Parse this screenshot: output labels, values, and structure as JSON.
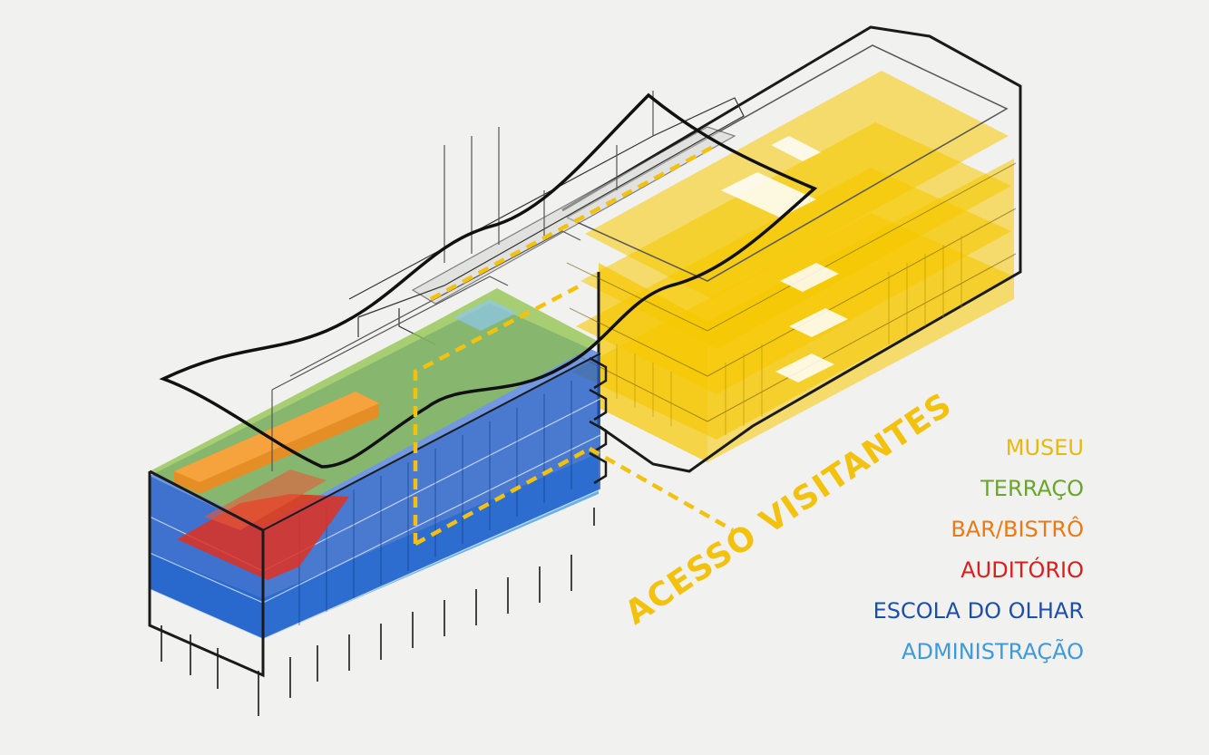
{
  "legend": [
    {
      "key": "museu",
      "label": "MUSEU",
      "color": "#e7b90e"
    },
    {
      "key": "terraco",
      "label": "TERRAÇO",
      "color": "#6aa52c"
    },
    {
      "key": "bar",
      "label": "BAR/BISTRÔ",
      "color": "#ea7a14"
    },
    {
      "key": "auditorio",
      "label": "AUDITÓRIO",
      "color": "#d9201c"
    },
    {
      "key": "escola",
      "label": "ESCOLA DO OLHAR",
      "color": "#1e4fa8"
    },
    {
      "key": "admin",
      "label": "ADMINISTRAÇÃO",
      "color": "#3f9ad8"
    }
  ],
  "access_label": "ACESSO VISITANTES",
  "colors": {
    "background": "#f1f1f0",
    "outline": "#1a1a1a",
    "access_path": "#f2c20f",
    "museum_fill": "#f6c800",
    "terrace_fill": "#8fc14a",
    "school_fill": "#1f5cc8",
    "admin_fill": "#4fa6e8",
    "bar_fill": "#f08a1e",
    "auditorium_fill": "#e0301e"
  }
}
